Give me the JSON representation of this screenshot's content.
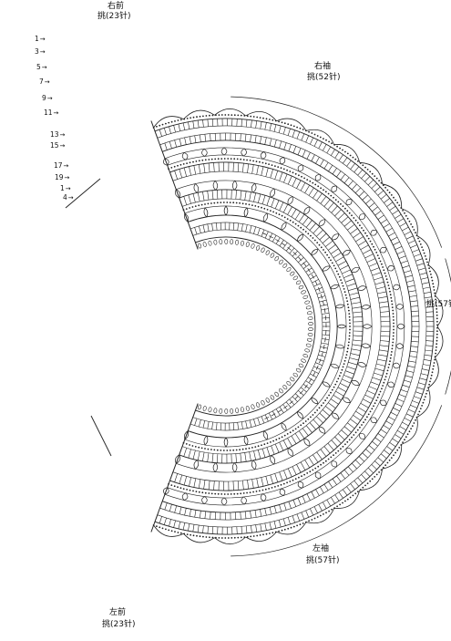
{
  "sections": {
    "right_front": {
      "name": "右前",
      "count": "挑(23针)"
    },
    "right_sleeve": {
      "name": "右袖",
      "count": "挑(52针)"
    },
    "back": {
      "count": "挑(57针"
    },
    "left_sleeve": {
      "name": "左袖",
      "count": "挑(57针)"
    },
    "left_front": {
      "name": "左前",
      "count": "挑(23针)"
    }
  },
  "row_numbers": [
    "1",
    "3",
    "5",
    "7",
    "9",
    "11",
    "13",
    "15",
    "17",
    "19",
    "1",
    "4"
  ],
  "arrow_glyph": "→"
}
